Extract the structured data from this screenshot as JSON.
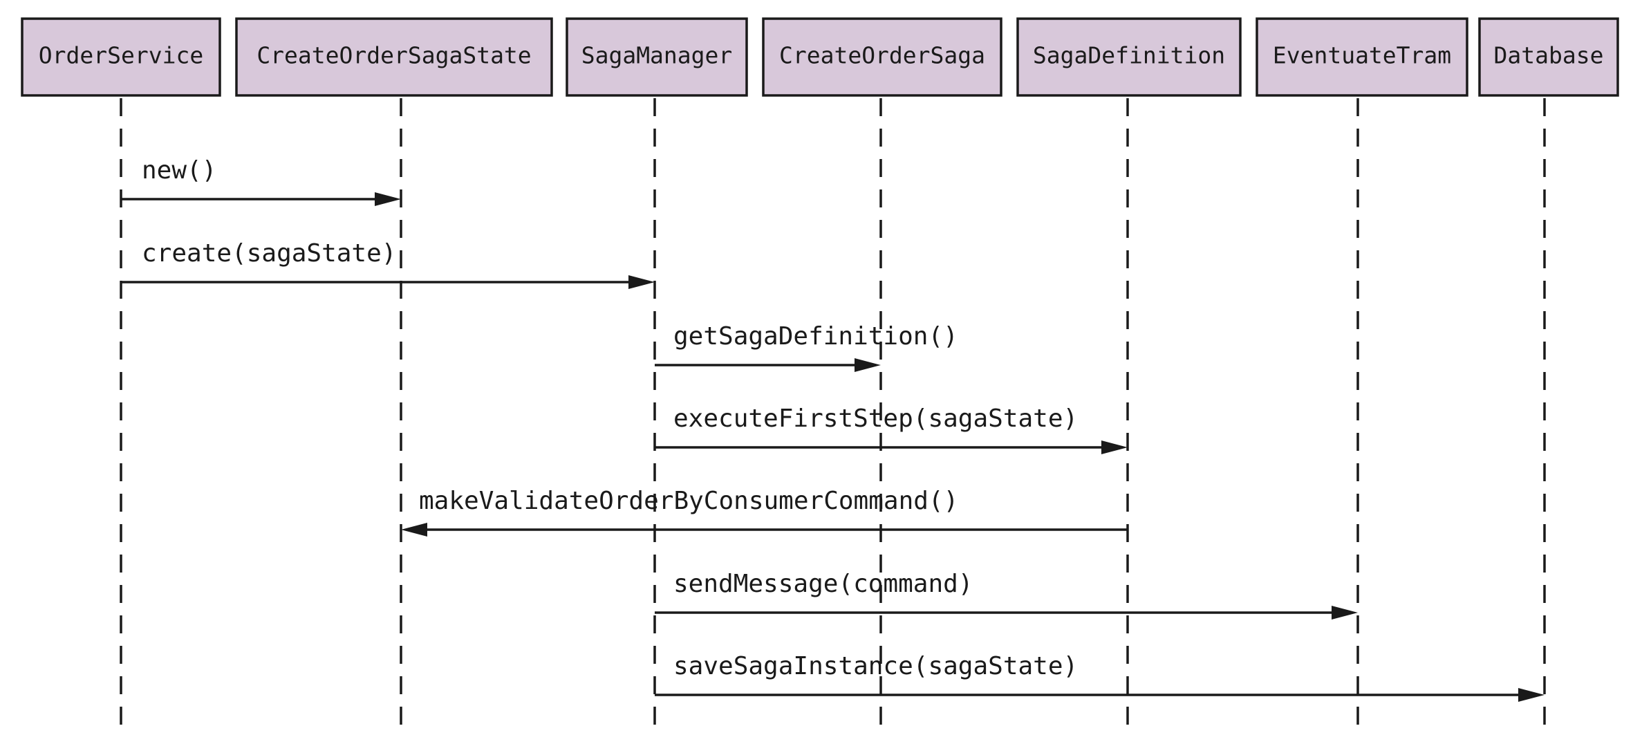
{
  "participants": [
    {
      "id": "order-service",
      "label": "OrderService"
    },
    {
      "id": "create-order-saga-state",
      "label": "CreateOrderSagaState"
    },
    {
      "id": "saga-manager",
      "label": "SagaManager"
    },
    {
      "id": "create-order-saga",
      "label": "CreateOrderSaga"
    },
    {
      "id": "saga-definition",
      "label": "SagaDefinition"
    },
    {
      "id": "eventuate-tram",
      "label": "EventuateTram"
    },
    {
      "id": "database",
      "label": "Database"
    }
  ],
  "messages": [
    {
      "from": "order-service",
      "to": "create-order-saga-state",
      "label": "new()"
    },
    {
      "from": "order-service",
      "to": "saga-manager",
      "label": "create(sagaState)"
    },
    {
      "from": "saga-manager",
      "to": "create-order-saga",
      "label": "getSagaDefinition()"
    },
    {
      "from": "saga-manager",
      "to": "saga-definition",
      "label": "executeFirstStep(sagaState)"
    },
    {
      "from": "saga-definition",
      "to": "create-order-saga-state",
      "label": "makeValidateOrderByConsumerCommand()"
    },
    {
      "from": "saga-manager",
      "to": "eventuate-tram",
      "label": "sendMessage(command)"
    },
    {
      "from": "saga-manager",
      "to": "database",
      "label": "saveSagaInstance(sagaState)"
    }
  ]
}
